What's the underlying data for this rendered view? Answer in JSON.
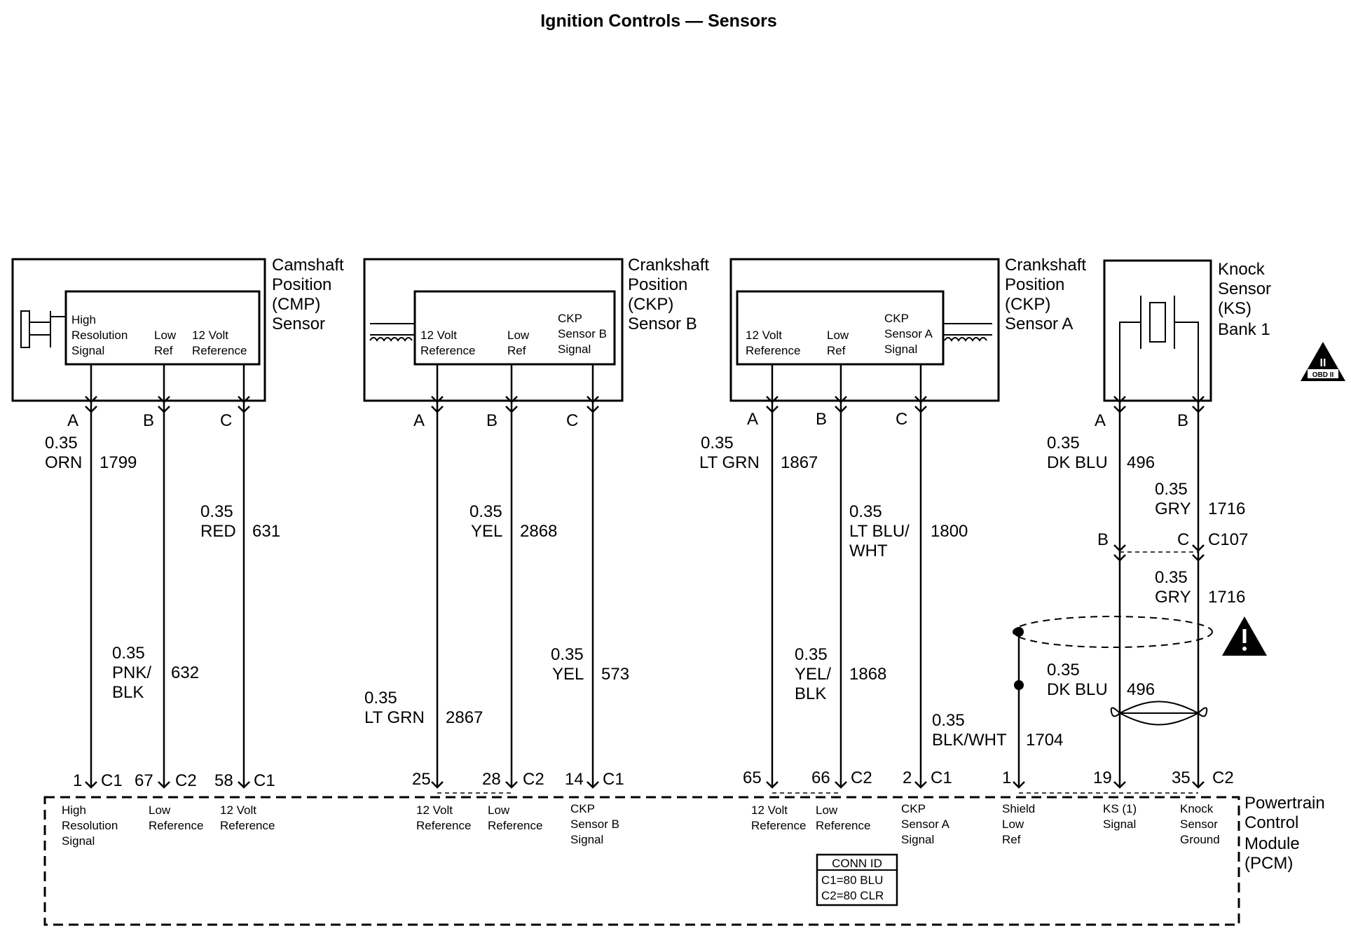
{
  "title": "Ignition Controls — Sensors",
  "components": {
    "cmp": {
      "name": [
        "Camshaft",
        "Position",
        "(CMP)",
        "Sensor"
      ],
      "terminals": [
        [
          "High",
          "Resolution",
          "Signal"
        ],
        [
          "Low",
          "Ref"
        ],
        [
          "12 Volt",
          "Reference"
        ]
      ]
    },
    "ckpb": {
      "name": [
        "Crankshaft",
        "Position",
        "(CKP)",
        "Sensor B"
      ],
      "terminals": [
        [
          "12 Volt",
          "Reference"
        ],
        [
          "Low",
          "Ref"
        ],
        [
          "CKP",
          "Sensor B",
          "Signal"
        ]
      ]
    },
    "ckpa": {
      "name": [
        "Crankshaft",
        "Position",
        "(CKP)",
        "Sensor A"
      ],
      "terminals": [
        [
          "12 Volt",
          "Reference"
        ],
        [
          "Low",
          "Ref"
        ],
        [
          "CKP",
          "Sensor A",
          "Signal"
        ]
      ]
    },
    "ks": {
      "name": [
        "Knock",
        "Sensor",
        "(KS)",
        "Bank 1"
      ]
    },
    "pcm": {
      "name": [
        "Powertrain",
        "Control",
        "Module",
        "(PCM)"
      ]
    }
  },
  "pins": [
    "A",
    "B",
    "C"
  ],
  "ks_pins": [
    "A",
    "B"
  ],
  "connector_c107": {
    "label": "C107",
    "pins": [
      "B",
      "C"
    ]
  },
  "wires": [
    {
      "id": "w1799",
      "gauge": "0.35",
      "color": [
        "ORN"
      ],
      "circuit": "1799"
    },
    {
      "id": "w631",
      "gauge": "0.35",
      "color": [
        "RED"
      ],
      "circuit": "631"
    },
    {
      "id": "w632",
      "gauge": "0.35",
      "color": [
        "PNK/",
        "BLK"
      ],
      "circuit": "632"
    },
    {
      "id": "w2867",
      "gauge": "0.35",
      "color": [
        "LT GRN"
      ],
      "circuit": "2867"
    },
    {
      "id": "w2868",
      "gauge": "0.35",
      "color": [
        "YEL"
      ],
      "circuit": "2868"
    },
    {
      "id": "w573",
      "gauge": "0.35",
      "color": [
        "YEL"
      ],
      "circuit": "573"
    },
    {
      "id": "w1867",
      "gauge": "0.35",
      "color": [
        "LT GRN"
      ],
      "circuit": "1867"
    },
    {
      "id": "w1800",
      "gauge": "0.35",
      "color": [
        "LT BLU/",
        "WHT"
      ],
      "circuit": "1800"
    },
    {
      "id": "w1868",
      "gauge": "0.35",
      "color": [
        "YEL/",
        "BLK"
      ],
      "circuit": "1868"
    },
    {
      "id": "w1704",
      "gauge": "0.35",
      "color": [
        "BLK/WHT"
      ],
      "circuit": "1704"
    },
    {
      "id": "w496a",
      "gauge": "0.35",
      "color": [
        "DK BLU"
      ],
      "circuit": "496"
    },
    {
      "id": "w1716a",
      "gauge": "0.35",
      "color": [
        "GRY"
      ],
      "circuit": "1716"
    },
    {
      "id": "w1716b",
      "gauge": "0.35",
      "color": [
        "GRY"
      ],
      "circuit": "1716"
    },
    {
      "id": "w496b",
      "gauge": "0.35",
      "color": [
        "DK BLU"
      ],
      "circuit": "496"
    }
  ],
  "pcm_pins": [
    {
      "pin": "1",
      "conn": "C1",
      "label": [
        "High",
        "Resolution",
        "Signal"
      ]
    },
    {
      "pin": "67",
      "conn": "C2",
      "label": [
        "Low",
        "Reference"
      ]
    },
    {
      "pin": "58",
      "conn": "C1",
      "label": [
        "12 Volt",
        "Reference"
      ]
    },
    {
      "pin": "25",
      "conn": "",
      "label": [
        "12 Volt",
        "Reference"
      ]
    },
    {
      "pin": "28",
      "conn": "C2",
      "label": [
        "Low",
        "Reference"
      ]
    },
    {
      "pin": "14",
      "conn": "C1",
      "label": [
        "CKP",
        "Sensor B",
        "Signal"
      ]
    },
    {
      "pin": "65",
      "conn": "",
      "label": [
        "12 Volt",
        "Reference"
      ]
    },
    {
      "pin": "66",
      "conn": "C2",
      "label": [
        "Low",
        "Reference"
      ]
    },
    {
      "pin": "2",
      "conn": "C1",
      "label": [
        "CKP",
        "Sensor A",
        "Signal"
      ]
    },
    {
      "pin": "1",
      "conn": "",
      "label": [
        "Shield",
        "Low",
        "Ref"
      ]
    },
    {
      "pin": "19",
      "conn": "",
      "label": [
        "KS (1)",
        "Signal"
      ]
    },
    {
      "pin": "35",
      "conn": "C2",
      "label": [
        "Knock",
        "Sensor",
        "Ground"
      ]
    }
  ],
  "conn_id": {
    "header": "CONN ID",
    "lines": [
      "C1=80 BLU",
      "C2=80 CLR"
    ]
  },
  "obd_badge": {
    "roman": "II",
    "text": "OBD II"
  }
}
